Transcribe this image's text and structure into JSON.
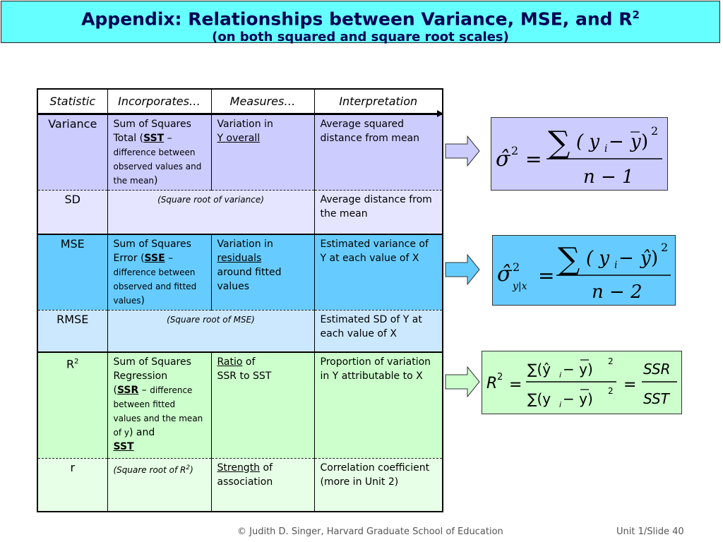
{
  "title": {
    "main": "Appendix: Relationships between Variance, MSE, and R",
    "main_sup": "2",
    "sub": "(on both squared and square root scales)"
  },
  "table": {
    "headers": [
      "Statistic",
      "Incorporates…",
      "Measures…",
      "Interpretation"
    ],
    "variance": {
      "stat": "Variance",
      "inc_1": "Sum of Squares Total (",
      "inc_abbr": "SST",
      "inc_2": " –",
      "inc_small": "difference between observed values and the mean",
      "inc_3": ")",
      "meas_1": "Variation in",
      "meas_2": "Y overall",
      "interp": "Average squared distance from mean"
    },
    "sd": {
      "stat": "SD",
      "merged": "(Square root of variance)",
      "interp": "Average distance from the mean"
    },
    "mse": {
      "stat": "MSE",
      "inc_1": "Sum of Squares Error (",
      "inc_abbr": "SSE",
      "inc_2": " –",
      "inc_small": "difference between observed and fitted values",
      "inc_3": ")",
      "meas_1": "Variation in",
      "meas_2": "residuals",
      "meas_3": "around fitted values",
      "interp": "Estimated variance of Y at each value of X"
    },
    "rmse": {
      "stat": "RMSE",
      "merged": "(Square root of MSE)",
      "interp": "Estimated SD of Y at each value of X"
    },
    "r2": {
      "stat": "R",
      "stat_sup": "2",
      "inc_1": "Sum of Squares Regression",
      "inc_2": "(",
      "inc_abbr": "SSR",
      "inc_3": " –",
      "inc_small": "difference between fitted values and the mean of y",
      "inc_4": ") and",
      "inc_abbr2": "SST",
      "meas_1": "Ratio",
      "meas_2": " of",
      "meas_3": "SSR to SST",
      "interp": "Proportion of variation in Y attributable to X"
    },
    "r": {
      "stat": "r",
      "inc": "(Square root of R",
      "inc_sup": "2",
      "inc_end": ")",
      "meas_1": "Strength",
      "meas_2": " of association",
      "interp_1": "Correlation coefficient",
      "interp_2": "(more in Unit 2)"
    }
  },
  "formulas": {
    "f1": {
      "lhs": "σ̂",
      "exp": "2",
      "num_sum": "∑",
      "num": "( y",
      "sub_i": "i",
      "num_mid": " − ",
      "ybar": "y",
      "num_close": ")",
      "num_exp": "2",
      "den": "n − 1"
    },
    "f2": {
      "lhs": "σ̂",
      "exp": "2",
      "sub": "y|x",
      "num_sum": "∑",
      "num": "( y",
      "sub_i": "i",
      "num_mid": " − ",
      "yhat": "ŷ",
      "num_close": ")",
      "num_exp": "2",
      "den": "n − 2"
    },
    "f3": {
      "lhs": "R",
      "exp": "2",
      "num": "∑(ŷ",
      "num_i": "i",
      "num_rest": " − y)",
      "num_exp": "2",
      "den": "∑(y",
      "den_i": "i",
      "den_rest": " − y)",
      "den_exp": "2",
      "rhs_num": "SSR",
      "rhs_den": "SST"
    }
  },
  "footer": {
    "left": "© Judith D. Singer, Harvard Graduate School of Education",
    "right": "Unit 1/Slide 40"
  },
  "colors": {
    "title_bg": "#66ffff",
    "variance_bg": "#ccccff",
    "mse_bg": "#66ccff",
    "r2_bg": "#ccffcc"
  }
}
